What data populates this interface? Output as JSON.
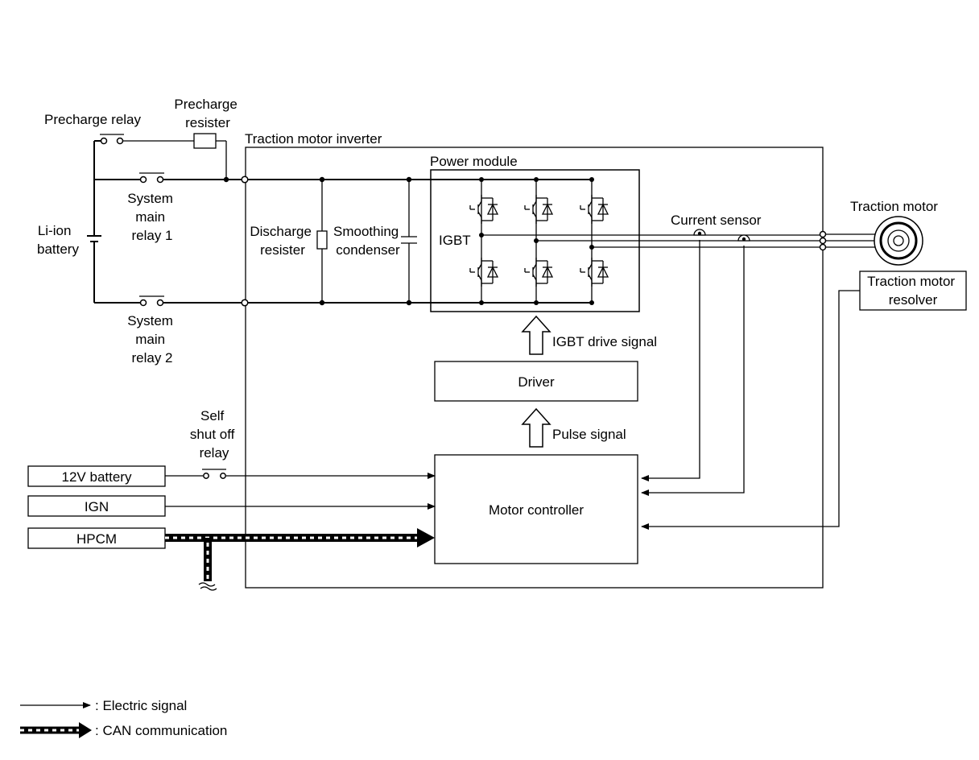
{
  "labels": {
    "precharge_relay": "Precharge relay",
    "precharge_resister_line1": "Precharge",
    "precharge_resister_line2": "resister",
    "traction_motor_inverter": "Traction motor inverter",
    "power_module": "Power module",
    "system_main_relay_1": [
      "System",
      "main",
      "relay 1"
    ],
    "system_main_relay_2": [
      "System",
      "main",
      "relay 2"
    ],
    "li_ion_battery": [
      "Li-ion",
      "battery"
    ],
    "discharge_resister": [
      "Discharge",
      "resister"
    ],
    "smoothing_condenser": [
      "Smoothing",
      "condenser"
    ],
    "igbt": "IGBT",
    "current_sensor": "Current sensor",
    "traction_motor": "Traction motor",
    "traction_motor_resolver": [
      "Traction motor",
      "resolver"
    ],
    "igbt_drive_signal": "IGBT drive signal",
    "driver": "Driver",
    "pulse_signal": "Pulse signal",
    "self_shut_off_relay": [
      "Self",
      "shut off",
      "relay"
    ],
    "motor_controller": "Motor controller",
    "battery_12v": "12V battery",
    "ign": "IGN",
    "hpcm": "HPCM"
  },
  "legend": {
    "electric_signal": ": Electric signal",
    "can_communication": ": CAN communication"
  }
}
